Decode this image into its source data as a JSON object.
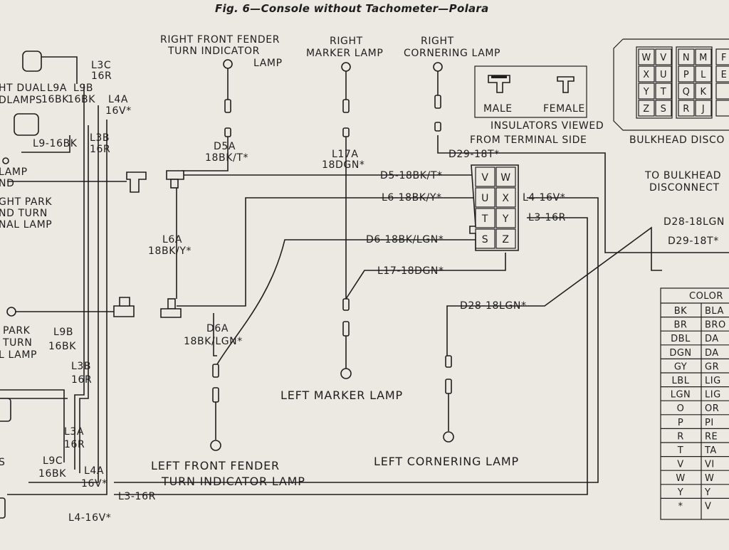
{
  "title": "Fig. 6—Console without Tachometer—Polara",
  "components": {
    "rf_fender_lamp": [
      "RIGHT FRONT FENDER",
      "TURN INDICATOR",
      "LAMP"
    ],
    "r_marker_lamp": [
      "RIGHT",
      "MARKER LAMP"
    ],
    "r_cornering_lamp": [
      "RIGHT",
      "CORNERING LAMP"
    ],
    "l_marker_lamp": "LEFT MARKER LAMP",
    "l_fender_lamp": [
      "LEFT FRONT FENDER",
      "TURN INDICATOR LAMP"
    ],
    "l_cornering_lamp": "LEFT CORNERING LAMP",
    "to_bulkhead": [
      "TO BULKHEAD",
      "DISCONNECT"
    ],
    "bulkhead_disconnect": "BULKHEAD DISCO",
    "left_partial": [
      "HT DUAL",
      "DLAMPS",
      "LAMP",
      "ND",
      "GHT PARK",
      "ND TURN",
      "NAL LAMP",
      "PARK",
      "TURN",
      "L LAMP",
      "S"
    ]
  },
  "insulators": {
    "male": "MALE",
    "female": "FEMALE",
    "caption": [
      "INSULATORS VIEWED",
      "FROM TERMINAL SIDE"
    ]
  },
  "connector": {
    "cells": [
      "V",
      "W",
      "U",
      "X",
      "T",
      "Y",
      "S",
      "Z"
    ]
  },
  "bulkhead_grid": {
    "cells": [
      "W",
      "V",
      "N",
      "M",
      "X",
      "U",
      "P",
      "L",
      "Y",
      "T",
      "Q",
      "K",
      "Z",
      "S",
      "R",
      "J"
    ],
    "partial_col": [
      "F",
      "E",
      "",
      ""
    ]
  },
  "wires": {
    "l3c": [
      "L3C",
      "16R"
    ],
    "l9a": [
      "L9A",
      "16BK"
    ],
    "l9b_top": [
      "L9B",
      "16BK"
    ],
    "l4a_top": [
      "L4A",
      "16V*"
    ],
    "l9_16bk": "L9-16BK",
    "l3b_top": [
      "L3B",
      "16R"
    ],
    "d5a": [
      "D5A",
      "18BK/T*"
    ],
    "l17a": [
      "L17A",
      "18DGN*"
    ],
    "d29_top": "D29-18T*",
    "d5": "D5-18BK/T*",
    "l6": "L6-18BK/Y*",
    "l4_16v": "L4-16V*",
    "l3_16r": "L3-16R",
    "l6a": [
      "L6A",
      "18BK/Y*"
    ],
    "d6": "D6-18BK/LGN*",
    "l17": "L17-18DGN*",
    "d28_right": "D28-18LGN",
    "d29_right": "D29-18T*",
    "d28_mid": "D28-18LGN*",
    "d6a": [
      "D6A",
      "18BK/LGN*"
    ],
    "l9b_bot": [
      "L9B",
      "16BK"
    ],
    "l3b_bot": [
      "L3B",
      "16R"
    ],
    "l3a": [
      "L3A",
      "16R"
    ],
    "l9c": [
      "L9C",
      "16BK"
    ],
    "l4a_bot": [
      "L4A",
      "16V*"
    ],
    "l3_bottom": "L3-16R",
    "l4_bottom": "L4-16V*"
  },
  "color_table": {
    "header": "COLOR",
    "rows": [
      [
        "BK",
        "BLA"
      ],
      [
        "BR",
        "BRO"
      ],
      [
        "DBL",
        "DA"
      ],
      [
        "DGN",
        "DA"
      ],
      [
        "GY",
        "GR"
      ],
      [
        "LBL",
        "LIG"
      ],
      [
        "LGN",
        "LIG"
      ],
      [
        "O",
        "OR"
      ],
      [
        "P",
        "PI"
      ],
      [
        "R",
        "RE"
      ],
      [
        "T",
        "TA"
      ],
      [
        "V",
        "VI"
      ],
      [
        "W",
        "W"
      ],
      [
        "Y",
        "Y"
      ],
      [
        "*",
        "V"
      ]
    ]
  }
}
